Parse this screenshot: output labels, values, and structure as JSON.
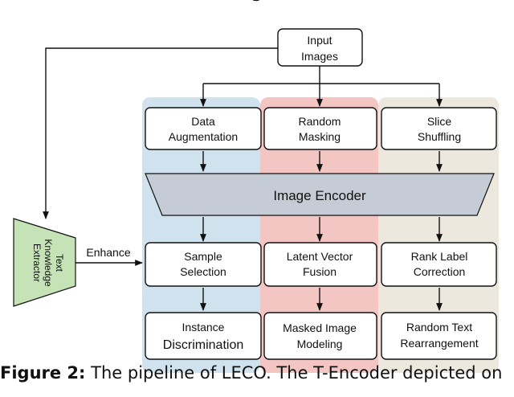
{
  "top_fragment": "g",
  "nodes": {
    "input": [
      "Input",
      "Images"
    ],
    "data_aug": [
      "Data",
      "Augmentation"
    ],
    "random_masking": [
      "Random",
      "Masking"
    ],
    "slice_shuffling": [
      "Slice",
      "Shuffling"
    ],
    "image_encoder": "Image Encoder",
    "text_extractor": [
      "Text",
      "Knowledge",
      "Extractor"
    ],
    "enhance": "Enhance",
    "sample_selection": [
      "Sample",
      "Selection"
    ],
    "latent_fusion": [
      "Latent Vector",
      "Fusion"
    ],
    "rank_correction": [
      "Rank Label",
      "Correction"
    ],
    "instance_disc": [
      "Instance",
      "Discrimination"
    ],
    "masked_modeling": [
      "Masked Image",
      "Modeling"
    ],
    "random_text": [
      "Random Text",
      "Rearrangement"
    ]
  },
  "colors": {
    "panel_left": "#cfe2ee",
    "panel_mid": "#f4c6c3",
    "panel_right": "#ece8de",
    "encoder": "#c6ccd6",
    "extractor": "#c5e3b6"
  },
  "caption": {
    "label": "Figure 2:",
    "text": " The pipeline of LECO. The T-Encoder depicted on"
  }
}
